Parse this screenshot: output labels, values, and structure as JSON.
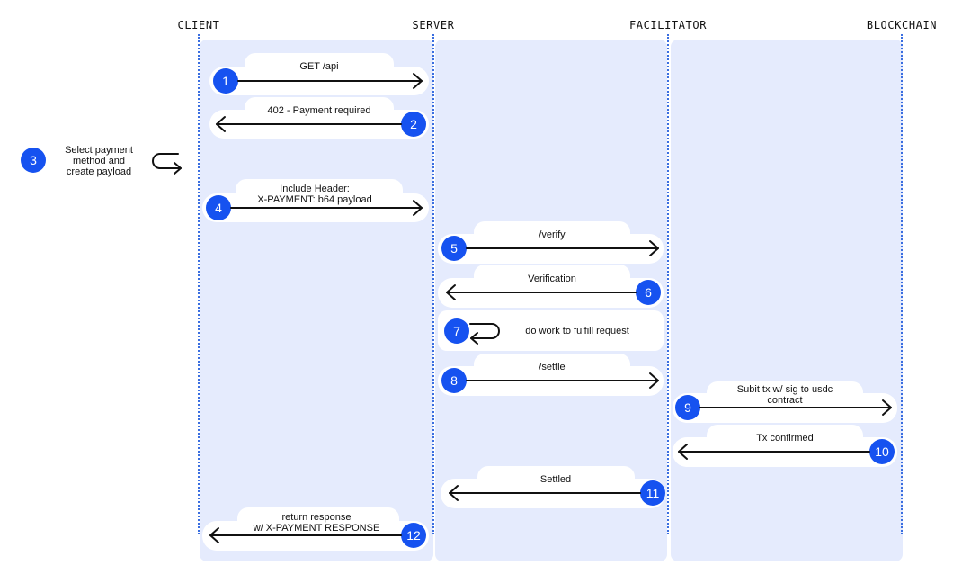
{
  "actors": {
    "client": "CLIENT",
    "server": "SERVER",
    "facilitator": "FACILITATOR",
    "blockchain": "BLOCKCHAIN"
  },
  "steps": [
    {
      "num": "1",
      "label": "GET /api"
    },
    {
      "num": "2",
      "label": "402 - Payment required"
    },
    {
      "num": "3",
      "label_lines": [
        "Select payment",
        "method and",
        "create payload"
      ]
    },
    {
      "num": "4",
      "label_lines": [
        "Include Header:",
        "X-PAYMENT: b64 payload"
      ]
    },
    {
      "num": "5",
      "label": "/verify"
    },
    {
      "num": "6",
      "label": "Verification"
    },
    {
      "num": "7",
      "label": "do work to fulfill request"
    },
    {
      "num": "8",
      "label": "/settle"
    },
    {
      "num": "9",
      "label_lines": [
        "Subit tx w/ sig to usdc",
        "contract"
      ]
    },
    {
      "num": "10",
      "label": "Tx confirmed"
    },
    {
      "num": "11",
      "label": "Settled"
    },
    {
      "num": "12",
      "label_lines": [
        "return response",
        "w/ X-PAYMENT RESPONSE"
      ]
    }
  ],
  "colors": {
    "lane": "#e5ebfd",
    "badge": "#1652f0",
    "lifeline": "#3a6ee0",
    "arrow": "#111111"
  }
}
